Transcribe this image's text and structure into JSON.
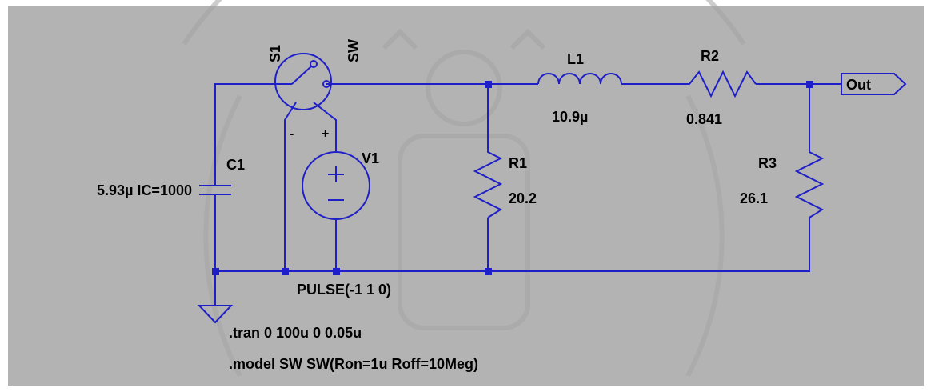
{
  "colors": {
    "background": "#b3b3b3",
    "wire": "#1f1fc8",
    "text": "#000000",
    "watermark": "#a4a4a4"
  },
  "components": {
    "c1": {
      "name": "C1",
      "value": "5.93µ IC=1000"
    },
    "s1": {
      "name": "S1",
      "model": "SW",
      "minus": "-",
      "plus": "+"
    },
    "v1": {
      "name": "V1",
      "value": "PULSE(-1 1 0)"
    },
    "l1": {
      "name": "L1",
      "value": "10.9µ"
    },
    "r1": {
      "name": "R1",
      "value": "20.2"
    },
    "r2": {
      "name": "R2",
      "value": "0.841"
    },
    "r3": {
      "name": "R3",
      "value": "26.1"
    }
  },
  "net_label": "Out",
  "directives": [
    ".tran 0 100u 0 0.05u",
    ".model SW SW(Ron=1u Roff=10Meg)"
  ],
  "watermark": {
    "description": "university-seal-watermark-icon"
  }
}
